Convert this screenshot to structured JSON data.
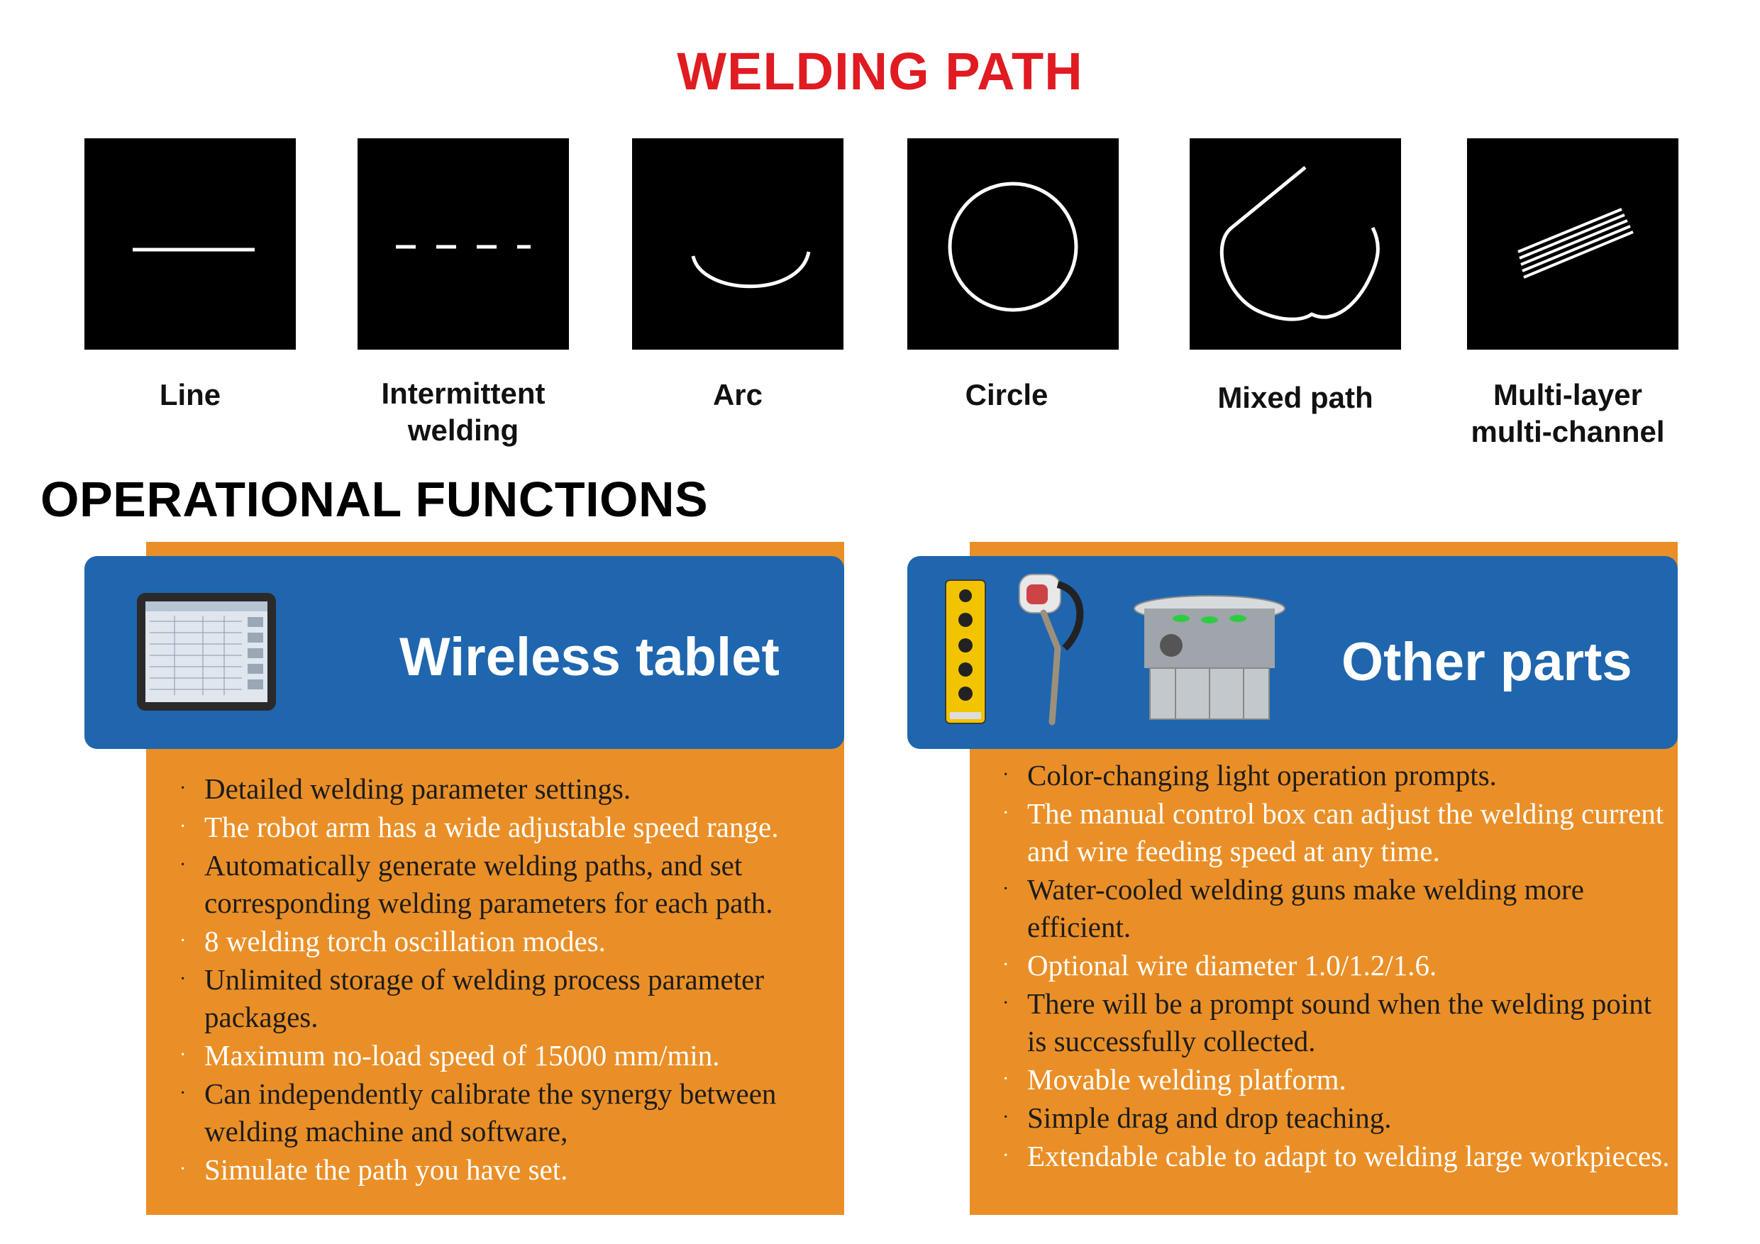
{
  "welding_path": {
    "title": "WELDING PATH",
    "items": [
      {
        "label_lines": [
          "Line"
        ],
        "icon": "line-path-icon"
      },
      {
        "label_lines": [
          "Intermittent",
          "welding"
        ],
        "icon": "dashed-path-icon"
      },
      {
        "label_lines": [
          "Arc"
        ],
        "icon": "arc-path-icon"
      },
      {
        "label_lines": [
          "Circle"
        ],
        "icon": "circle-path-icon"
      },
      {
        "label_lines": [
          "Mixed path"
        ],
        "icon": "mixed-path-icon"
      },
      {
        "label_lines": [
          "Multi-layer",
          "multi-channel"
        ],
        "icon": "multilayer-path-icon"
      }
    ]
  },
  "operational_functions": {
    "title": "OPERATIONAL FUNCTIONS",
    "panels": [
      {
        "title": "Wireless tablet",
        "image": "tablet-image",
        "bullet": "·",
        "features": [
          "Detailed welding parameter settings.",
          "The robot arm has a wide adjustable speed range.",
          "Automatically generate welding paths, and set corresponding welding parameters for each path.",
          "8 welding torch oscillation modes.",
          "Unlimited storage of welding process parameter packages.",
          "Maximum no-load speed of 15000 mm/min.",
          "Can independently calibrate the synergy between welding machine and software,",
          "Simulate the path you have set."
        ]
      },
      {
        "title": "Other parts",
        "images": [
          "control-box-image",
          "welding-gun-image",
          "wire-feeder-image"
        ],
        "bullet": "·",
        "features": [
          "Color-changing light operation prompts.",
          "The manual control box can adjust the welding current and wire feeding speed at any time.",
          "Water-cooled welding guns make welding more efficient.",
          "Optional wire diameter 1.0/1.2/1.6.",
          "There will be a prompt sound when the welding point is successfully collected.",
          "Movable welding platform.",
          "Simple drag and drop teaching.",
          "Extendable cable to adapt to welding large workpieces."
        ]
      }
    ]
  },
  "colors": {
    "title_red": "#e01b22",
    "panel_orange": "#ea8f27",
    "header_blue": "#1f66ae",
    "tile_black": "#000000"
  }
}
